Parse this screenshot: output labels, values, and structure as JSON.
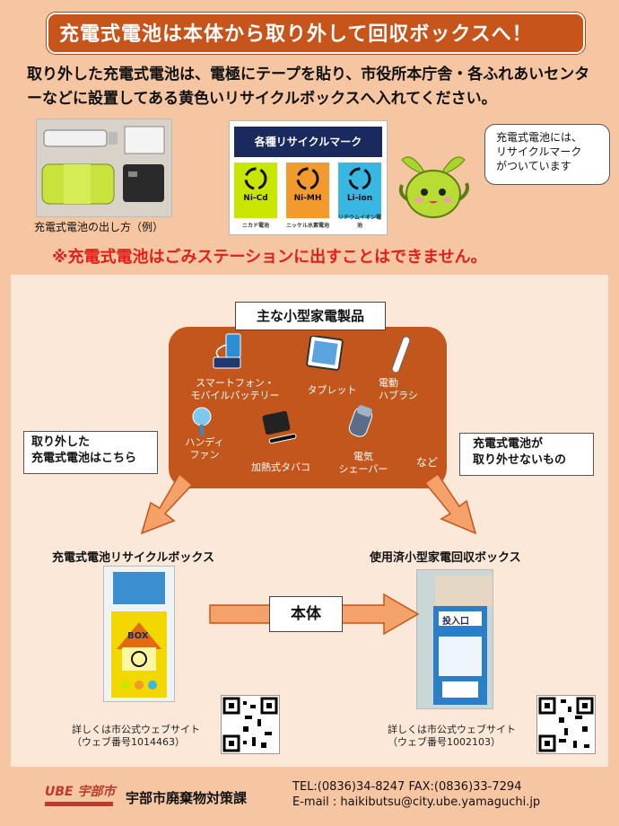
{
  "banner": "充電式電池は本体から取り外して回収ボックスへ！",
  "intro": "取り外した充電式電池は、電極にテープを貼り、市役所本庁舎・各ふれあいセンターなどに設置してある黄色いリサイクルボックスへ入れてください。",
  "photo_caption": "充電式電池の出し方（例）",
  "marks": {
    "header": "各種リサイクルマーク",
    "items": [
      {
        "label": "Ni-Cd",
        "caption": "ニカド電池",
        "color": "#c9e600"
      },
      {
        "label": "Ni-MH",
        "caption": "ニッケル水素電池",
        "color": "#f39a2c"
      },
      {
        "label": "Li-ion",
        "caption": "リチウムイオン電池",
        "color": "#38b7e3"
      }
    ]
  },
  "bubble": {
    "line1": "充電式電池には、",
    "line2": "リサイクルマーク",
    "line3": "がついています"
  },
  "warning": "※充電式電池はごみステーションに出すことはできません。",
  "products": {
    "title": "主な小型家電製品",
    "items": [
      {
        "line1": "スマートフォン・",
        "line2": "モバイルバッテリー"
      },
      {
        "line1": "タブレット",
        "line2": ""
      },
      {
        "line1": "電動",
        "line2": "ハブラシ"
      },
      {
        "line1": "ハンディ",
        "line2": "ファン"
      },
      {
        "line1": "加熱式タバコ",
        "line2": ""
      },
      {
        "line1": "電気",
        "line2": "シェーバー"
      },
      {
        "line1": "など",
        "line2": ""
      }
    ]
  },
  "left_note": {
    "line1": "取り外した",
    "line2": "充電式電池はこちら"
  },
  "right_note": {
    "line1": "充電式電池が",
    "line2": "取り外せないもの"
  },
  "left_box": {
    "title": "充電式電池リサイクルボックス",
    "sign": "BOX",
    "web1": "詳しくは市公式ウェブサイト",
    "web2": "（ウェブ番号1014463）"
  },
  "right_box": {
    "title": "使用済小型家電回収ボックス",
    "sign": "投入口",
    "web1": "詳しくは市公式ウェブサイト",
    "web2": "（ウェブ番号1002103）"
  },
  "arrow_label": "本体",
  "footer": {
    "logo": "UBE 宇部市",
    "dept": "宇部市廃棄物対策課",
    "tel": "TEL:(0836)34-8247  FAX:(0836)33-7294",
    "email": "E-mail : haikibutsu@city.ube.yamaguchi.jp"
  },
  "colors": {
    "accent": "#c7541b",
    "warning": "#e22019",
    "background": "#f6c6a2"
  }
}
